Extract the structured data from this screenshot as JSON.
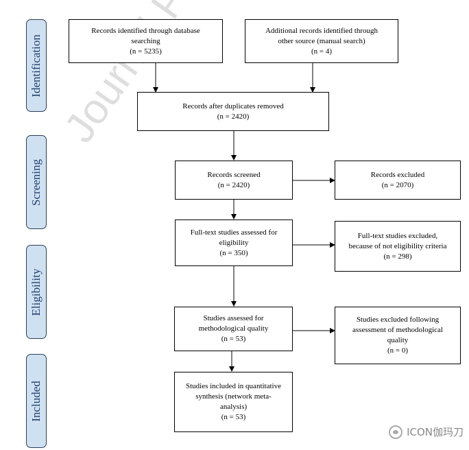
{
  "phases": {
    "identification": "Identification",
    "screening": "Screening",
    "eligibility": "Eligibility",
    "included": "Included"
  },
  "boxes": {
    "database": {
      "line1": "Records identified through database",
      "line2": "searching",
      "line3": "(n = 5235)"
    },
    "additional": {
      "line1": "Additional records identified through",
      "line2": "other source (manual search)",
      "line3": "(n = 4)"
    },
    "duplicates": {
      "line1": "Records after duplicates removed",
      "line2": "(n = 2420)"
    },
    "screened": {
      "line1": "Records screened",
      "line2": "(n = 2420)"
    },
    "excluded": {
      "line1": "Records excluded",
      "line2": "(n = 2070)"
    },
    "fulltext": {
      "line1": "Full-text studies assessed   for",
      "line2": "eligibility",
      "line3": "(n = 350)"
    },
    "fulltext_excluded": {
      "line1": "Full-text studies excluded,",
      "line2": "because of not eligibility criteria",
      "line3": "(n = 298)"
    },
    "quality": {
      "line1": "Studies assessed for",
      "line2": "methodological quality",
      "line3": "(n = 53)"
    },
    "quality_excluded": {
      "line1": "Studies excluded following",
      "line2": "assessment of methodological",
      "line3": "quality",
      "line4": "(n = 0)"
    },
    "included": {
      "line1": "Studies included in quantitative",
      "line2": "synthesis (network meta-",
      "line3": "analysis)",
      "line4": "(n = 53)"
    }
  },
  "watermark": "Journal Pre-proof",
  "brand": "ICON伽玛刀",
  "colors": {
    "phase_fill": "#cfe0f1",
    "phase_border": "#2a3e55",
    "phase_text": "#1f3f6e"
  }
}
